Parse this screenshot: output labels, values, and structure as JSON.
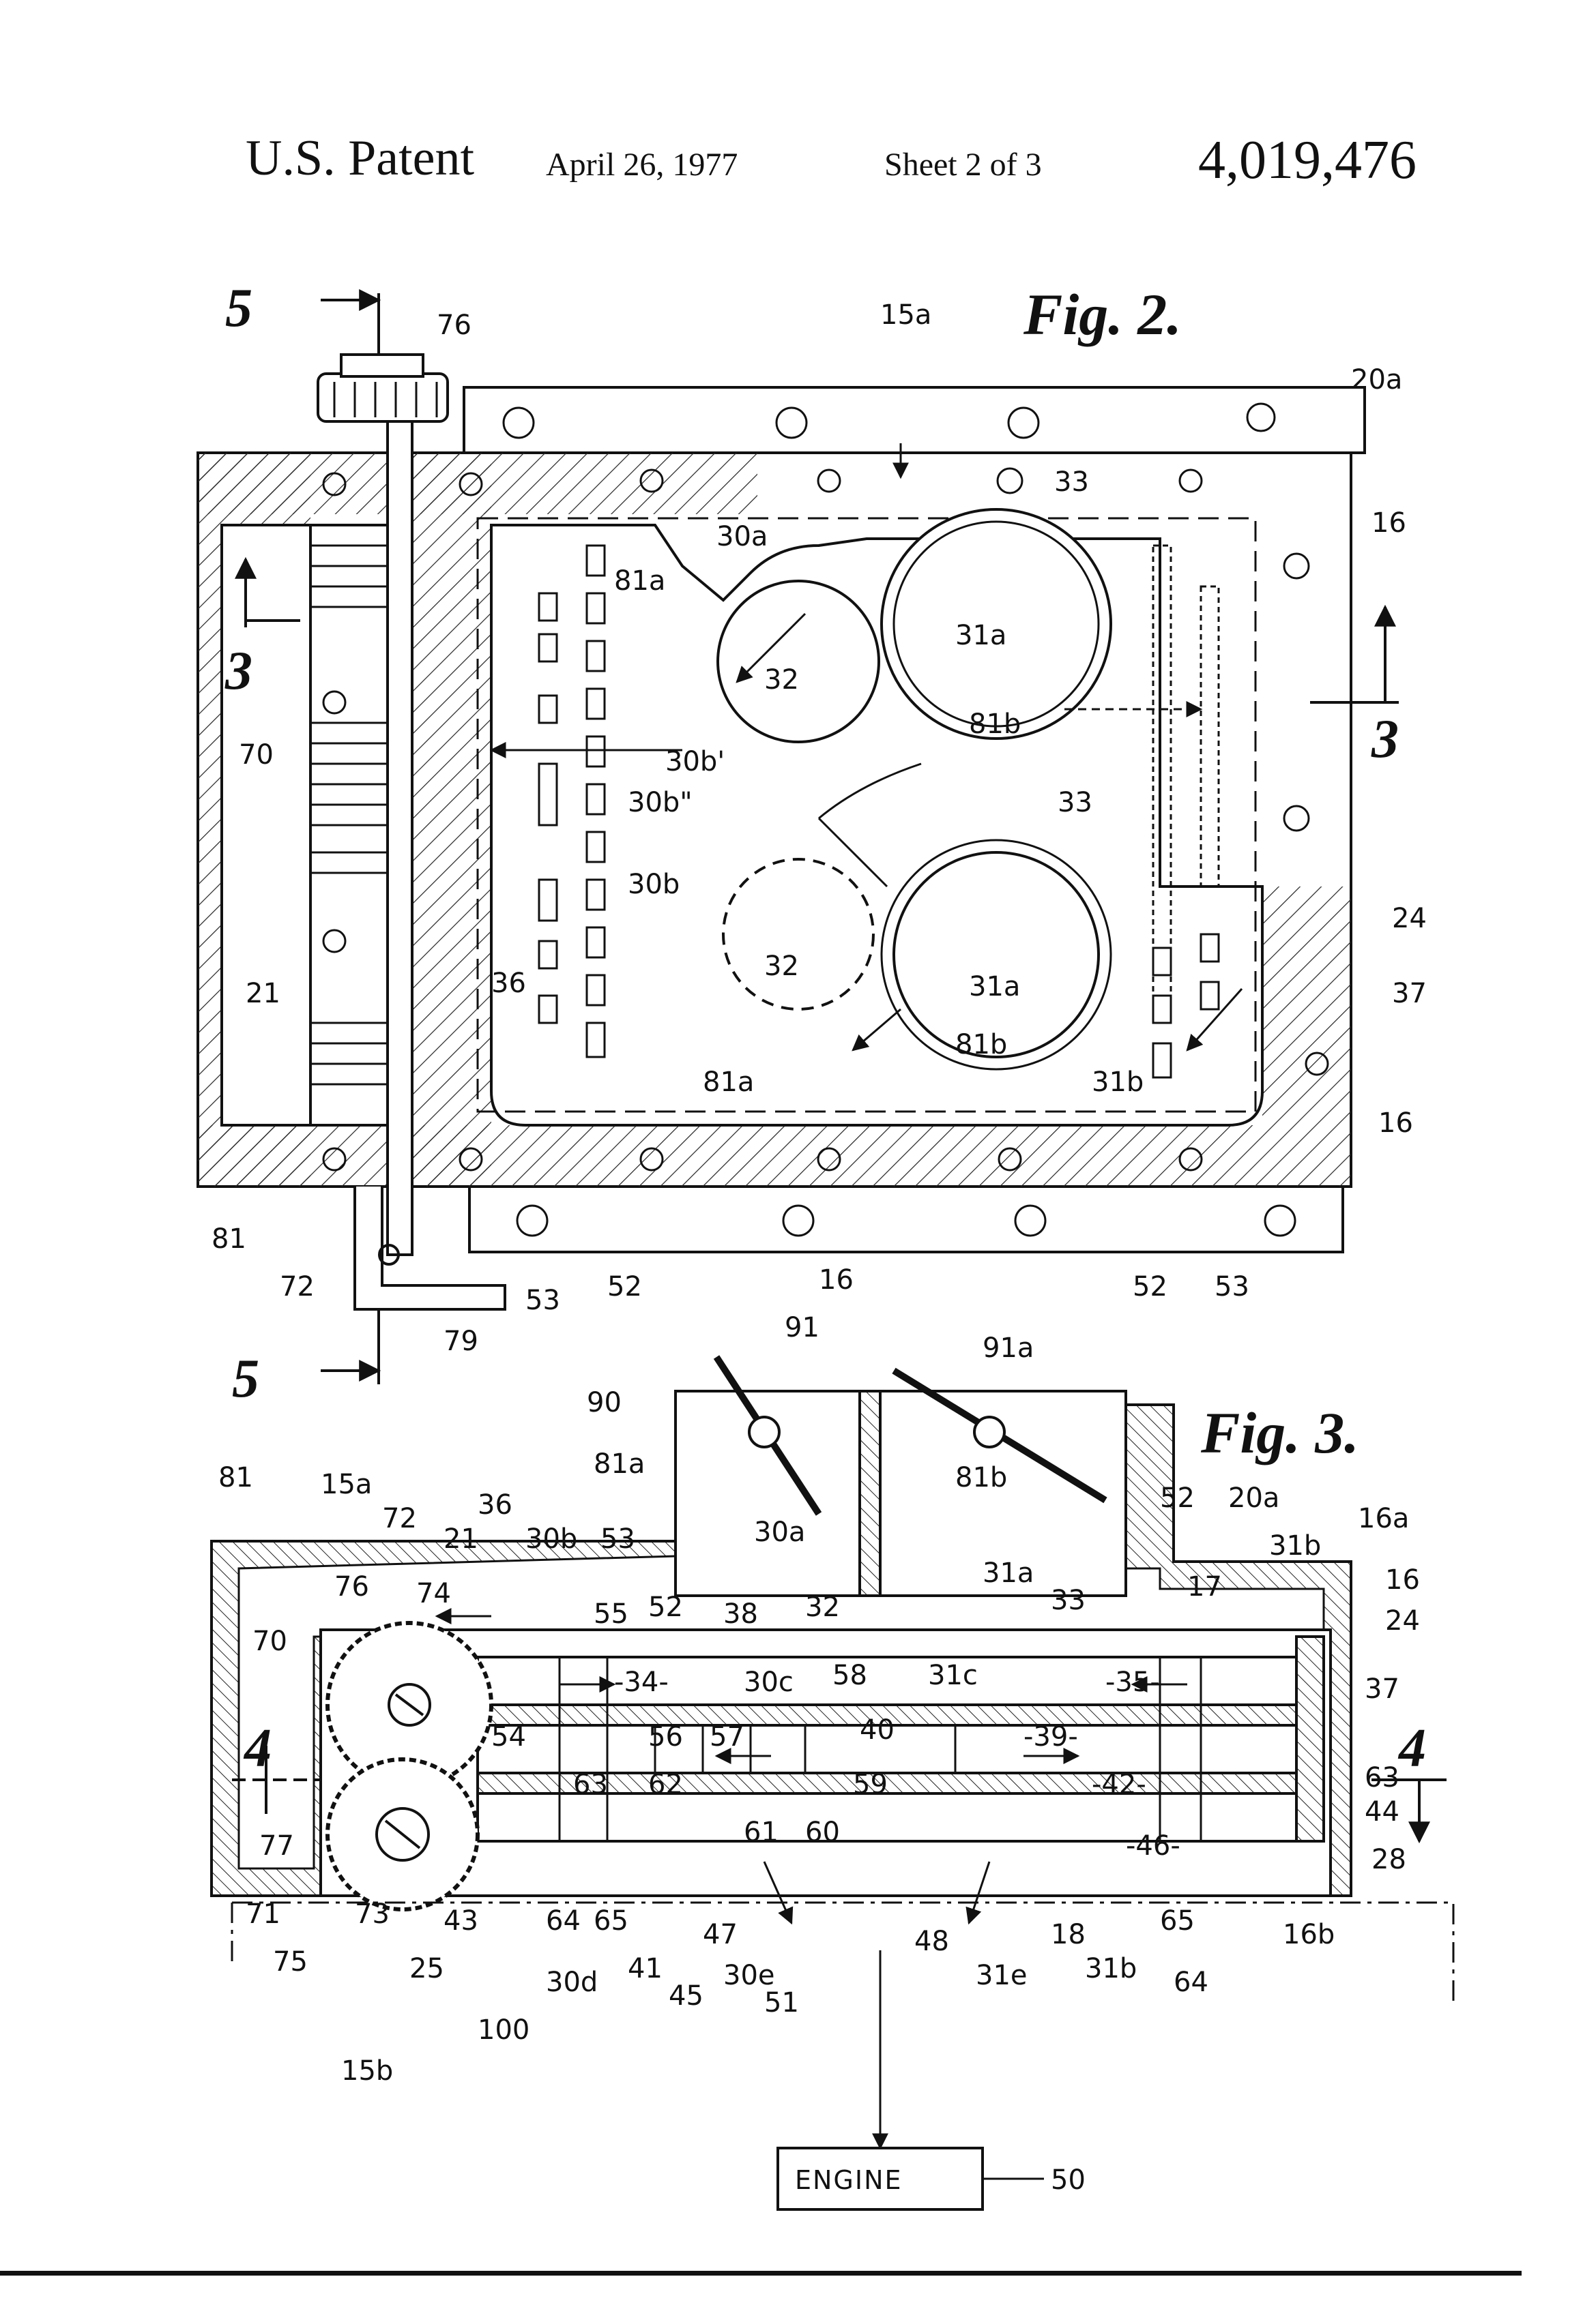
{
  "header": {
    "title": "U.S. Patent",
    "date": "April 26, 1977",
    "sheet": "Sheet 2 of 3",
    "number": "4,019,476"
  },
  "fig2": {
    "caption": "Fig. 2.",
    "section_marks": {
      "s5_top": "5",
      "s5_bottom": "5",
      "s3_left": "3",
      "s3_right": "3"
    },
    "refs": {
      "r76": "76",
      "r15a": "15a",
      "r20a": "20a",
      "r16_top": "16",
      "r33_top": "33",
      "r30a": "30a",
      "r81a_top": "81a",
      "r31a_top": "31a",
      "r32_top": "32",
      "r81b_top": "81b",
      "r30b1": "30b'",
      "r30b2": "30b\"",
      "r33_mid": "33",
      "r30b": "30b",
      "r70": "70",
      "r21": "21",
      "r36": "36",
      "r32_bot": "32",
      "r31a_bot": "31a",
      "r81a_bot": "81a",
      "r81b_bot": "81b",
      "r24": "24",
      "r37": "37",
      "r31b": "31b",
      "r16_right": "16",
      "r81": "81",
      "r72": "72",
      "r53_left": "53",
      "r52_left": "52",
      "r16_bottom": "16",
      "r52_right": "52",
      "r53_right": "53",
      "r79": "79"
    }
  },
  "fig3": {
    "caption": "Fig. 3.",
    "section_marks": {
      "s4_left": "4",
      "s4_right": "4"
    },
    "refs": {
      "r91": "91",
      "r91a": "91a",
      "r90": "90",
      "r81a": "81a",
      "r81b": "81b",
      "r81": "81",
      "r15a": "15a",
      "r72": "72",
      "r36": "36",
      "r21": "21",
      "r30b": "30b",
      "r53": "53",
      "r30a": "30a",
      "r31a": "31a",
      "r52": "52",
      "r20a": "20a",
      "r31b_top": "31b",
      "r16a": "16a",
      "r16": "16",
      "r76": "76",
      "r74": "74",
      "r55": "55",
      "r52b": "52",
      "r38": "38",
      "r32": "32",
      "r33": "33",
      "r17": "17",
      "r24": "24",
      "r70": "70",
      "r34": "-34-",
      "r30c": "30c",
      "r58": "58",
      "r31c": "31c",
      "r35": "-35-",
      "r37": "37",
      "r54": "54",
      "r56": "56",
      "r57": "57",
      "r40": "40",
      "r39": "-39-",
      "r63a": "63",
      "r62": "62",
      "r59": "59",
      "r42": "-42-",
      "r63b": "63",
      "r44": "44",
      "r77": "77",
      "r61": "61",
      "r60": "60",
      "r46": "-46-",
      "r28": "28",
      "r71": "71",
      "r73": "73",
      "r43": "43",
      "r64a": "64",
      "r65a": "65",
      "r41": "41",
      "r47": "47",
      "r48": "48",
      "r18": "18",
      "r65b": "65",
      "r16b": "16b",
      "r75": "75",
      "r25": "25",
      "r30d": "30d",
      "r45": "45",
      "r30e": "30e",
      "r31e": "31e",
      "r31b_bot": "31b",
      "r64b": "64",
      "r51": "51",
      "r100": "100",
      "r15b": "15b",
      "r50": "50"
    },
    "engine_label": "ENGINE"
  }
}
